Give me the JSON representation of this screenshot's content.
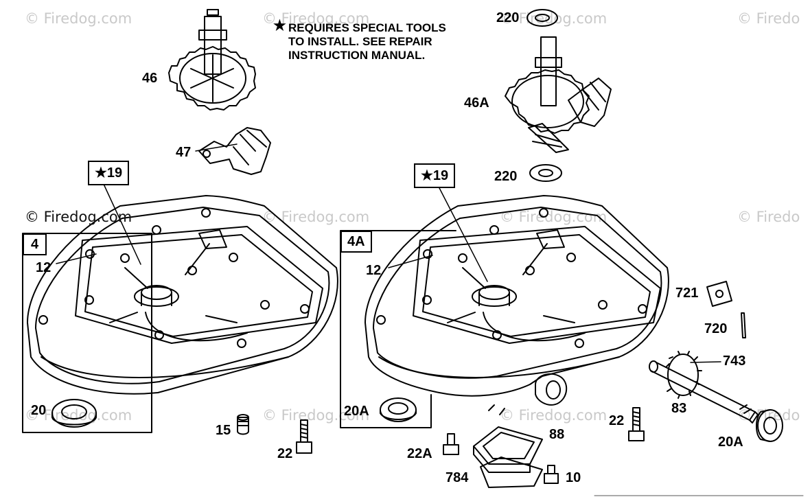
{
  "watermark": {
    "text": "© Firedog.com",
    "text_cut": "© Firedo",
    "text_dark": "© Firedog.com"
  },
  "note": {
    "symbol": "★",
    "lines": [
      "REQUIRES SPECIAL TOOLS",
      "TO INSTALL.  SEE REPAIR",
      "INSTRUCTION MANUAL."
    ]
  },
  "callouts": {
    "c46": "46",
    "c47": "47",
    "c46a": "46A",
    "c220_top": "220",
    "c220_bottom": "220",
    "c19_left": "★19",
    "c19_right": "★19",
    "c4": "4",
    "c4a": "4A",
    "c12_left": "12",
    "c12_right": "12",
    "c20": "20",
    "c20a_left": "20A",
    "c15": "15",
    "c22_left": "22",
    "c22a": "22A",
    "c88": "88",
    "c784": "784",
    "c10": "10",
    "c22_right": "22",
    "c721": "721",
    "c720": "720",
    "c743": "743",
    "c83": "83",
    "c20a_right": "20A"
  }
}
